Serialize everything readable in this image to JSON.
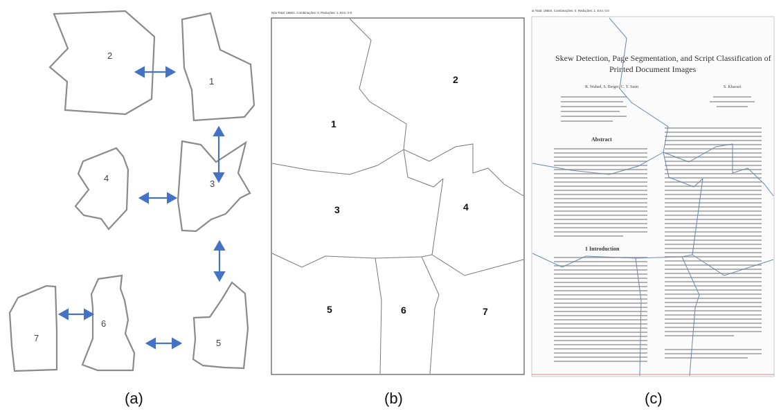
{
  "panel_a": {
    "caption": "(a)",
    "pieces": [
      {
        "id": "piece-2",
        "label": "2"
      },
      {
        "id": "piece-1",
        "label": "1"
      },
      {
        "id": "piece-4",
        "label": "4"
      },
      {
        "id": "piece-3",
        "label": "3"
      },
      {
        "id": "piece-7",
        "label": "7"
      },
      {
        "id": "piece-6",
        "label": "6"
      },
      {
        "id": "piece-5",
        "label": "5"
      }
    ],
    "arrow_color": "#4472c4"
  },
  "panel_b": {
    "caption": "(b)",
    "header": "Nós Total: 18604. Combinações: 0. Reduções: 1. Erro: 0.0",
    "regions": [
      "1",
      "2",
      "3",
      "4",
      "5",
      "6",
      "7"
    ]
  },
  "panel_c": {
    "caption": "(c)",
    "header": "ia Total: 18604. Combinações: 0. Reduções: 1. Erro: 0.0",
    "document": {
      "title_line1": "Skew Detection, Page Segmentation, and Script Classification of",
      "title_line2": "Printed Document Images",
      "authors": "R. Wahed, S. Berger, C. Y. Suen",
      "author2": "S. Kharazi",
      "section_abstract": "Abstract",
      "section_intro": "1   Introduction"
    }
  }
}
